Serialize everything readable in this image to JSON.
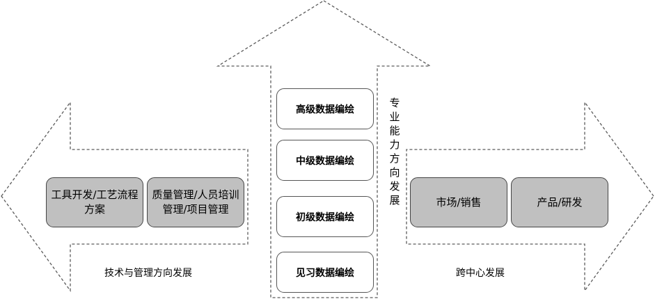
{
  "diagram": {
    "title": "数据编绘人员职业发展路径",
    "up_arrow": {
      "label": "专业能力方向发展",
      "levels": [
        {
          "label": "高级数据编绘"
        },
        {
          "label": "中级数据编绘"
        },
        {
          "label": "初级数据编绘"
        },
        {
          "label": "见习数据编绘"
        }
      ]
    },
    "left_arrow": {
      "label": "技术与管理方向发展",
      "boxes": [
        {
          "label": "工具开发/工艺流程方案"
        },
        {
          "label": "质量管理/人员培训管理/项目管理"
        }
      ]
    },
    "right_arrow": {
      "label": "跨中心发展",
      "boxes": [
        {
          "label": "市场/销售"
        },
        {
          "label": "产品/研发"
        }
      ]
    },
    "colors": {
      "gray_box_fill": "#c0c0c0",
      "white_box_fill": "#ffffff",
      "outline": "#5a5a5a"
    }
  }
}
